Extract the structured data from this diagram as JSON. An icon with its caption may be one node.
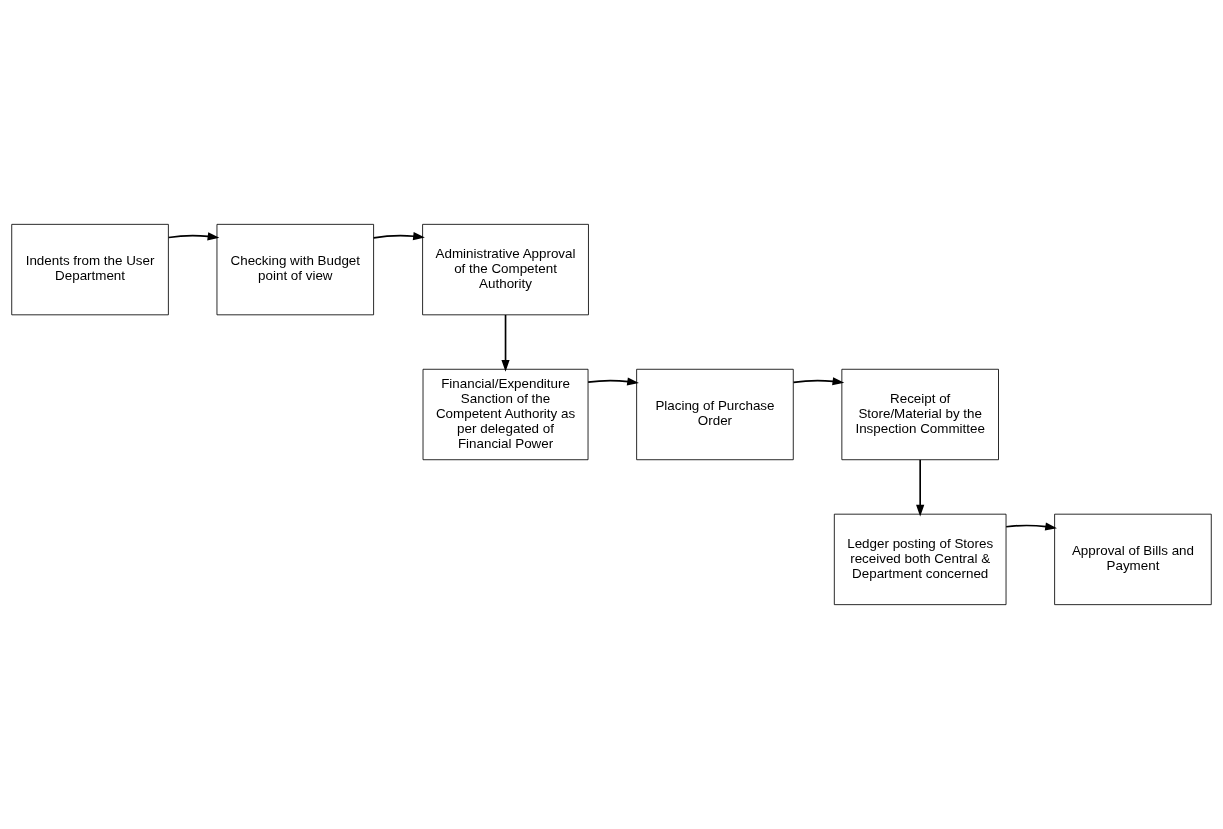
{
  "diagram": {
    "nodes": [
      {
        "text": [
          "Indents from the User Department"
        ]
      },
      {
        "text": [
          "Checking with Budget point of view"
        ]
      },
      {
        "text": [
          "Administrative Approval of the Competent Authority"
        ]
      },
      {
        "text": [
          "Financial/Expenditure Sanction of the Competent Authority as per delegated of Financial Power"
        ]
      },
      {
        "text": [
          "Placing of Purchase Order"
        ]
      },
      {
        "text": [
          "Receipt of Store/Material by the Inspection Committee"
        ]
      },
      {
        "text": [
          "Ledger posting of Stores received both Central & Department concerned"
        ]
      },
      {
        "text": [
          "Approval of Bills and Payment"
        ]
      }
    ],
    "edges": [
      {
        "from": 0,
        "to": 1,
        "arrow": "to"
      },
      {
        "from": 1,
        "to": 2,
        "arrow": "to"
      },
      {
        "from": 2,
        "to": 3,
        "arrow": "to"
      },
      {
        "from": 3,
        "to": 4,
        "arrow": "to"
      },
      {
        "from": 4,
        "to": 5,
        "arrow": "to"
      },
      {
        "from": 5,
        "to": 6,
        "arrow": "to"
      },
      {
        "from": 6,
        "to": 7,
        "arrow": "to"
      }
    ]
  }
}
